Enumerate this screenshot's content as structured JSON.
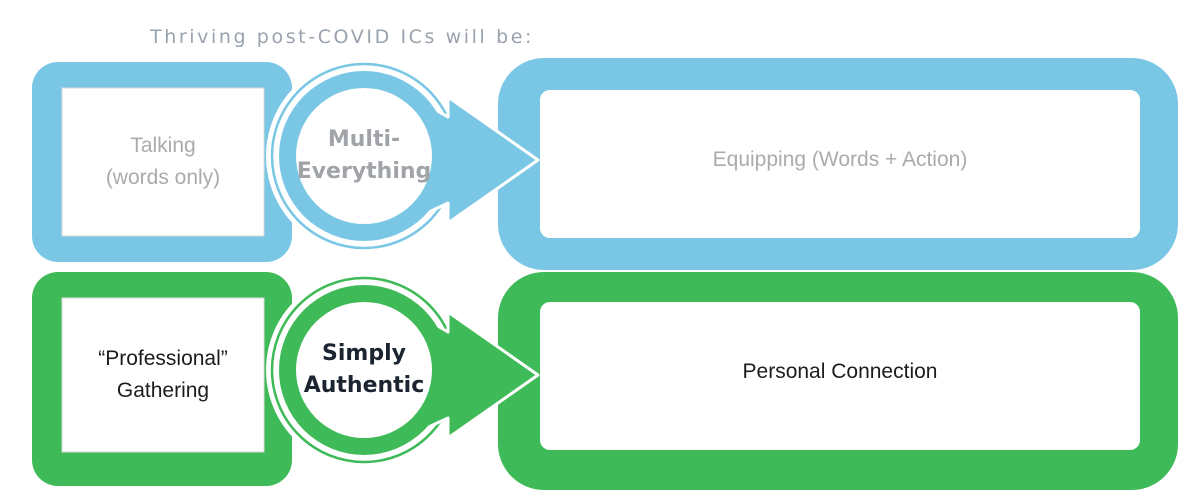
{
  "title": "Thriving post-COVID ICs will be:",
  "colors": {
    "blue": "#79c7e4",
    "green": "#3fba58"
  },
  "rows": [
    {
      "left_line1": "Talking",
      "left_line2": "(words only)",
      "circle_line1": "Multi-",
      "circle_line2": "Everything",
      "right": "Equipping (Words + Action)"
    },
    {
      "left_line1": "“Professional”",
      "left_line2": "Gathering",
      "circle_line1": "Simply",
      "circle_line2": "Authentic",
      "right": "Personal Connection"
    }
  ]
}
